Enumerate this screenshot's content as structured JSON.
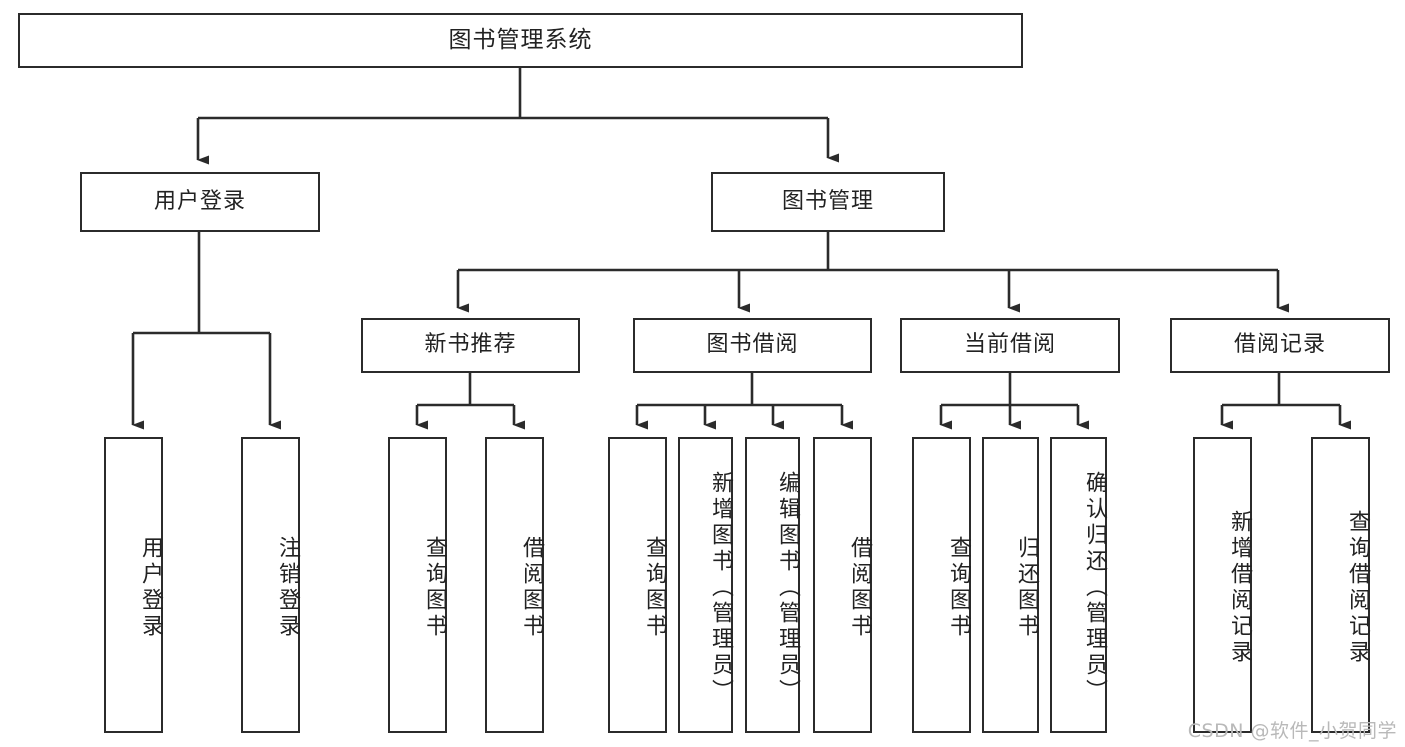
{
  "diagram": {
    "type": "tree",
    "title": "图书管理系统",
    "watermark": "CSDN @软件_小贺同学",
    "level2": [
      {
        "label": "用户登录"
      },
      {
        "label": "图书管理"
      }
    ],
    "level3": [
      {
        "label": "新书推荐"
      },
      {
        "label": "图书借阅"
      },
      {
        "label": "当前借阅"
      },
      {
        "label": "借阅记录"
      }
    ],
    "leaves": {
      "user_login": [
        "用户登录",
        "注销登录"
      ],
      "new_book": [
        "查询图书",
        "借阅图书"
      ],
      "book_borrow": [
        "查询图书",
        "新增图书（管理员）",
        "编辑图书（管理员）",
        "借阅图书"
      ],
      "current_borrow": [
        "查询图书",
        "归还图书",
        "确认归还（管理员）"
      ],
      "borrow_record": [
        "新增借阅记录",
        "查询借阅记录"
      ]
    }
  }
}
